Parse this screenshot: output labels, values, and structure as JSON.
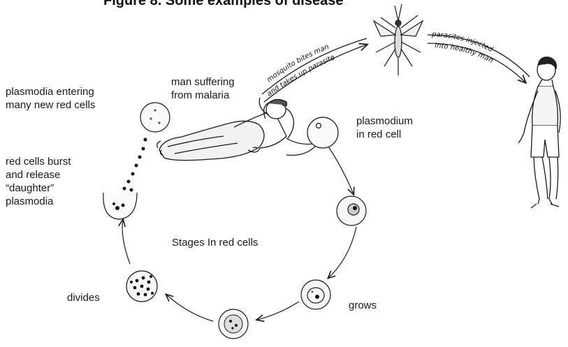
{
  "figure": {
    "title": "Figure 8. Some examples of disease ",
    "colors": {
      "ink": "#1a1a1a",
      "background": "#ffffff"
    }
  },
  "labels": {
    "man_suffering": "man suffering\nfrom malaria",
    "mosquito_bites": "mosquito bites man",
    "takes_up_parasite": "and takes up parasite",
    "parasites_injected": "parasites injected",
    "into_healthy_man": "into healthy man",
    "plasmodia_entering": "plasmodia entering\nmany new red cells",
    "red_cells_burst": "red cells burst\nand release\n“daughter”\nplasmodia",
    "plasmodium_in_red_cell": "plasmodium\nin red cell",
    "stages": "Stages In red cells",
    "divides": "divides",
    "grows": "grows"
  },
  "icons": [
    "mosquito-icon",
    "sick-man-illustration",
    "healthy-man-illustration",
    "red-cell-icon"
  ]
}
